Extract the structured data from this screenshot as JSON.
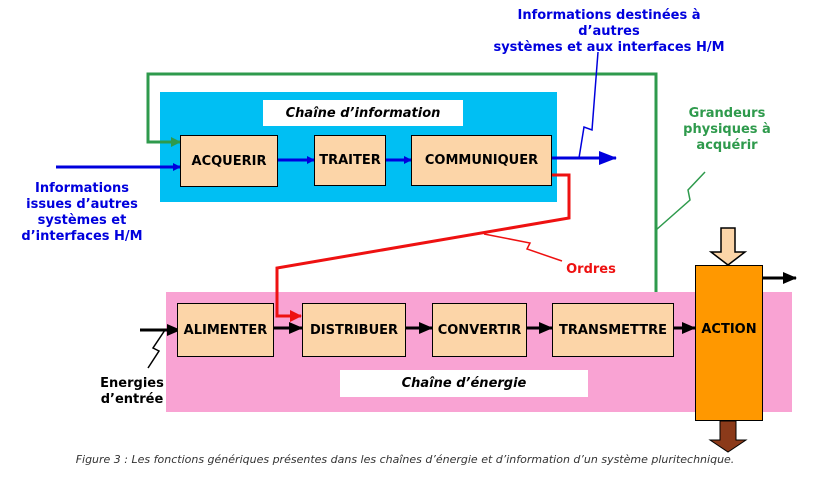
{
  "information_chain": {
    "title": "Chaîne d’information",
    "blocks": [
      "ACQUERIR",
      "TRAITER",
      "COMMUNIQUER"
    ]
  },
  "energy_chain": {
    "title": "Chaîne d’énergie",
    "blocks": [
      "ALIMENTER",
      "DISTRIBUER",
      "CONVERTIR",
      "TRANSMETTRE"
    ]
  },
  "action_label": "ACTION",
  "labels": {
    "info_out": "Informations destinées à d’autres\nsystèmes et aux interfaces H/M",
    "info_in": "Informations\nissues d’autres\nsystèmes et\nd’interfaces H/M",
    "physical": "Grandeurs\nphysiques à\nacquérir",
    "orders": "Ordres",
    "energy_in": "Energies\nd’entrée"
  },
  "caption": "Figure 3 : Les fonctions génériques présentes dans les chaînes d’énergie et d’information d’un système pluritechnique.",
  "colors": {
    "info_zone": "#00bff3",
    "energy_zone": "#f9a3d3",
    "block_fill": "#fcd5a8",
    "action_fill": "#ff9800",
    "action_arrow_top": "#fcd5a8",
    "action_arrow_bottom": "#8b3a1a",
    "info_flow": "#0000dd",
    "physical_flow": "#2e9a4c",
    "orders_flow": "#ee1111",
    "energy_flow": "#000000"
  }
}
